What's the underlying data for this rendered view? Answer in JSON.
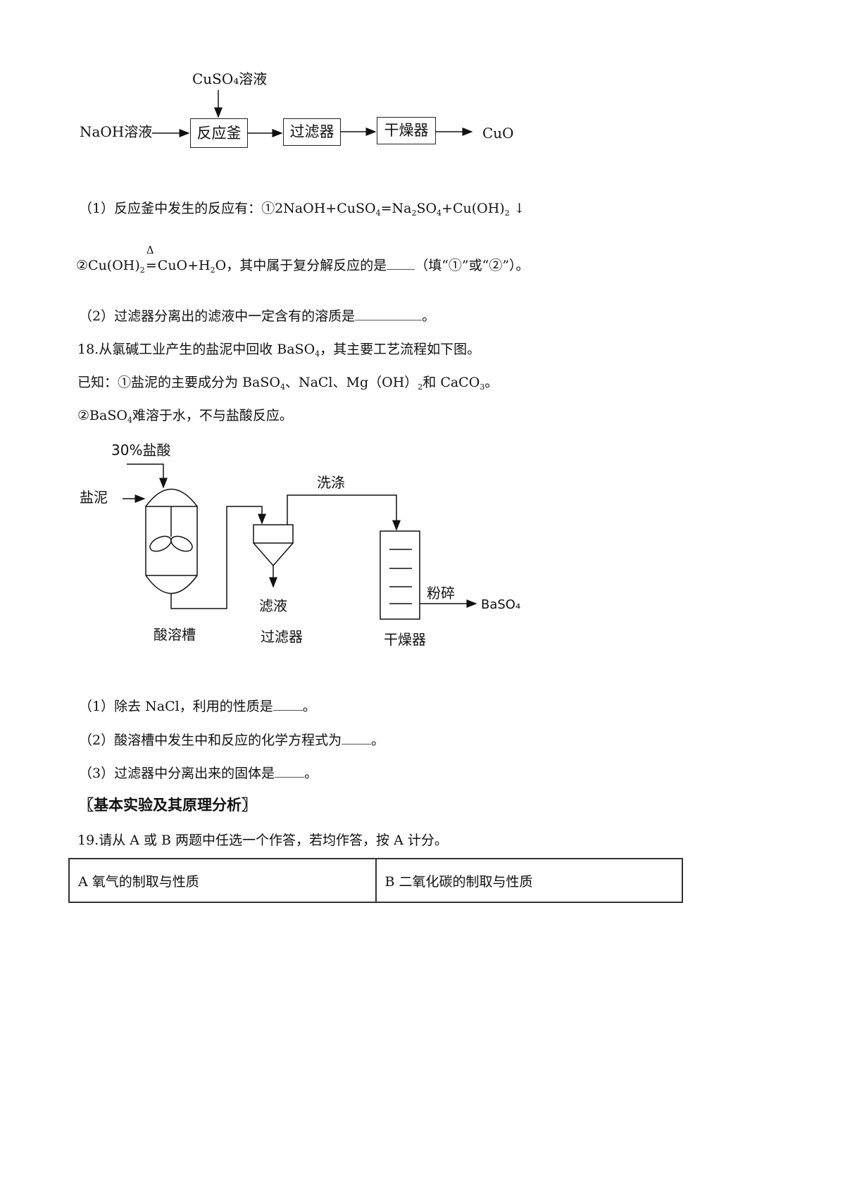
{
  "diagram1": {
    "cuso4": "CuSO₄溶液",
    "naoh": "NaOH溶液",
    "reactor": "反应釜",
    "filter": "过滤器",
    "dryer": "干燥器",
    "product": "CuO"
  },
  "q17": {
    "p1_prefix": "（1）反应釜中发生的反应有：①2NaOH+CuSO",
    "p1_eq_b": "=Na",
    "p1_eq_c": "SO",
    "p1_eq_d": "+Cu(OH)",
    "p1_eq_e": "↓",
    "p2_a": "②Cu(OH)",
    "p2_delta": "Δ",
    "p2_b": "CuO+H",
    "p2_c": "O，其中属于复分解反应的是",
    "p2_d": "（填“①”或“②”）。",
    "p3": "（2）过滤器分离出的滤液中一定含有的溶质是",
    "p3_end": "。",
    "sub2": "2",
    "sub4": "4"
  },
  "q18": {
    "title_a": "18.从氯碱工业产生的盐泥中回收 BaSO",
    "title_b": "，其主要工艺流程如下图。",
    "known1_a": "已知：①盐泥的主要成分为 BaSO",
    "known1_b": "、NaCl、Mg（OH）",
    "known1_c": "和 CaCO",
    "known1_d": "。",
    "known2_a": "②BaSO",
    "known2_b": "难溶于水，不与盐酸反应。",
    "sub3": "3",
    "q1": "（1）除去 NaCl，利用的性质是",
    "q2": "（2）酸溶槽中发生中和反应的化学方程式为",
    "q3": "（3）过滤器中分离出来的固体是",
    "end": "。"
  },
  "diagram2": {
    "acid": "30%盐酸",
    "mud": "盐泥",
    "wash": "洗涤",
    "filtrate": "滤液",
    "tank": "酸溶槽",
    "filter": "过滤器",
    "dryer": "干燥器",
    "crush": "粉碎",
    "product": "BaSO₄"
  },
  "section": "〖基本实验及其原理分析〗",
  "q19": {
    "title": "19.请从 A 或 B 两题中任选一个作答，若均作答，按 A 计分。",
    "option_a": "A 氧气的制取与性质",
    "option_b": "B 二氧化碳的制取与性质"
  }
}
